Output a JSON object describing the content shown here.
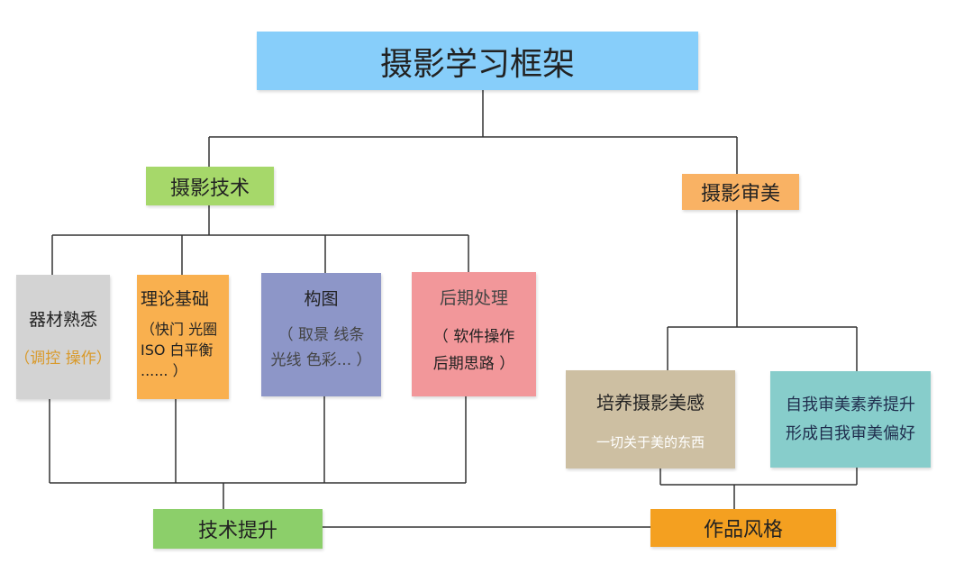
{
  "diagram": {
    "root": {
      "label": "摄影学习框架"
    },
    "technique": {
      "label": "摄影技术"
    },
    "aesthetics": {
      "label": "摄影审美"
    },
    "equipment": {
      "label": "器材熟悉",
      "sub": "（调控 操作）"
    },
    "theory": {
      "label": "理论基础",
      "sub_line1": "（快门 光圈",
      "sub_line2": "ISO 白平衡",
      "sub_line3": "...... ）"
    },
    "composition": {
      "label": "构图",
      "sub_line1": "（ 取景 线条",
      "sub_line2": "光线 色彩... ）"
    },
    "post_processing": {
      "label": "后期处理",
      "sub_line1": "（ 软件操作",
      "sub_line2": "后期思路 ）"
    },
    "sense_of_beauty": {
      "label": "培养摄影美感",
      "sub": "一切关于美的东西"
    },
    "self_aesthetic": {
      "line1": "自我审美素养提升",
      "line2": "形成自我审美偏好"
    },
    "skill_improvement": {
      "label": "技术提升"
    },
    "work_style": {
      "label": "作品风格"
    }
  },
  "colors": {
    "root": "#87cefa",
    "technique": "#a6d86a",
    "aesthetics": "#f9b264",
    "equipment": "#d3d3d3",
    "theory": "#f9b04f",
    "composition": "#8d96c8",
    "post_processing": "#f2979a",
    "sense_of_beauty": "#cdbfa2",
    "self_aesthetic": "#87cdcb",
    "skill_improvement": "#8ccf6a",
    "work_style": "#f4a020",
    "connector": "#333333"
  }
}
